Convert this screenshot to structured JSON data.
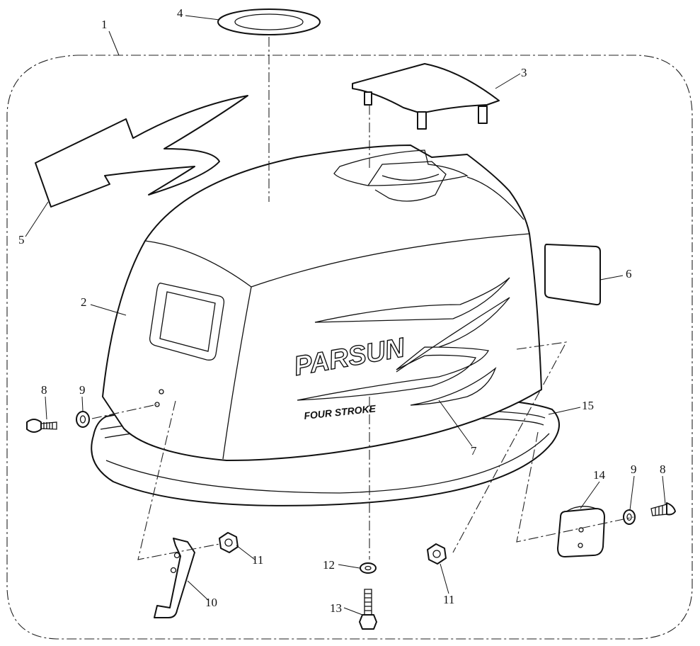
{
  "diagram": {
    "brand_text": "PARSUN",
    "model_text": "FOUR STROKE",
    "callouts": {
      "c1": "1",
      "c2": "2",
      "c3": "3",
      "c4": "4",
      "c5": "5",
      "c6": "6",
      "c7": "7",
      "c8a": "8",
      "c8b": "8",
      "c9a": "9",
      "c9b": "9",
      "c10": "10",
      "c11a": "11",
      "c11b": "11",
      "c12": "12",
      "c13": "13",
      "c14": "14",
      "c15": "15"
    }
  }
}
